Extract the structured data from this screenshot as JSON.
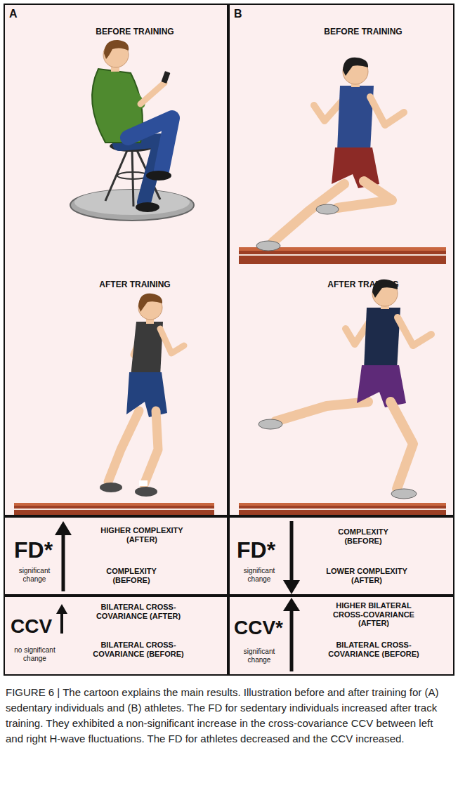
{
  "diagram": {
    "caption": "FIGURE 6 | The cartoon explains the main results. Illustration before and after training for (A) sedentary individuals and (B) athletes. The FD for sedentary individuals increased after track training. They exhibited a non-significant increase in the cross-covariance CCV between left and right H-wave fluctuations. The FD for athletes decreased and the CCV increased.",
    "nodes": [
      {
        "text": [
          "A",
          "BEFORE TRAINING",
          "AFTER TRAINING"
        ]
      },
      {
        "text": [
          "B",
          "BEFORE TRAINING",
          "AFTER TRAINING"
        ]
      },
      {
        "text": [
          "FD*",
          "significant change",
          "HIGHER COMPLEXITY (AFTER)",
          "COMPLEXITY (BEFORE)"
        ]
      },
      {
        "text": [
          "FD*",
          "significant change",
          "COMPLEXITY (BEFORE)",
          "LOWER COMPLEXITY (AFTER)"
        ]
      },
      {
        "text": [
          "CCV",
          "no significant change",
          "BILATERAL CROSS-COVARIANCE (AFTER)",
          "BILATERAL CROSS-COVARIANCE (BEFORE)"
        ]
      },
      {
        "text": [
          "CCV*",
          "significant change",
          "HIGHER BILATERAL CROSS-COVARIANCE (AFTER)",
          "BILATERAL CROSS-COVARIANCE (BEFORE)"
        ]
      }
    ]
  }
}
